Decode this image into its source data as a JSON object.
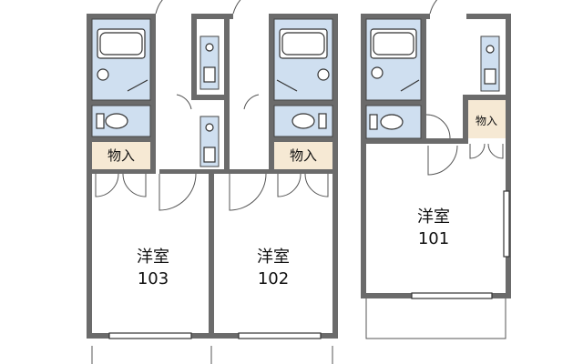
{
  "units": [
    {
      "room_type": "洋室",
      "number": "103",
      "storage": "物入"
    },
    {
      "room_type": "洋室",
      "number": "102",
      "storage": "物入"
    },
    {
      "room_type": "洋室",
      "number": "101",
      "storage": "物入"
    }
  ],
  "colors": {
    "wall": "#6b6b6b",
    "wet_area": "#cfdff0",
    "storage": "#f6e9d4",
    "line": "#333333"
  }
}
